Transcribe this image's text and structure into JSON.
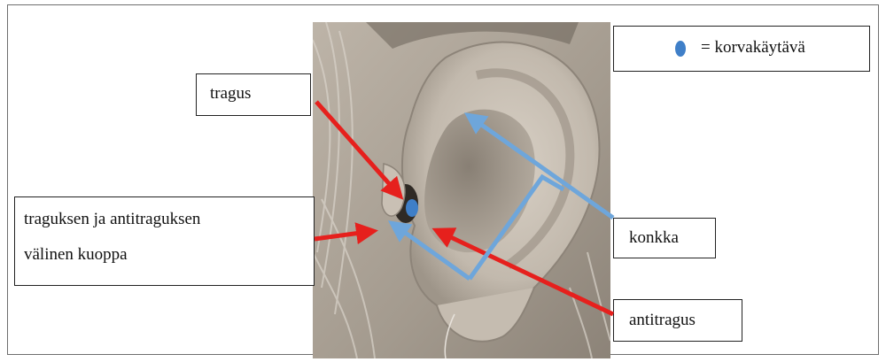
{
  "legend": {
    "marker_icon": "ear-canal-marker-icon",
    "marker_color": "#3f7fc8",
    "text": "= korvakäytävä"
  },
  "labels": {
    "tragus": "tragus",
    "fossa_line1": "traguksen ja antitraguksen",
    "fossa_line2": "välinen kuoppa",
    "konkka": "konkka",
    "antitragus": "antitragus"
  },
  "colors": {
    "red_arrow": "#e6201d",
    "blue_arrow": "#6ea6db",
    "photo_tone": "#a99f92"
  }
}
